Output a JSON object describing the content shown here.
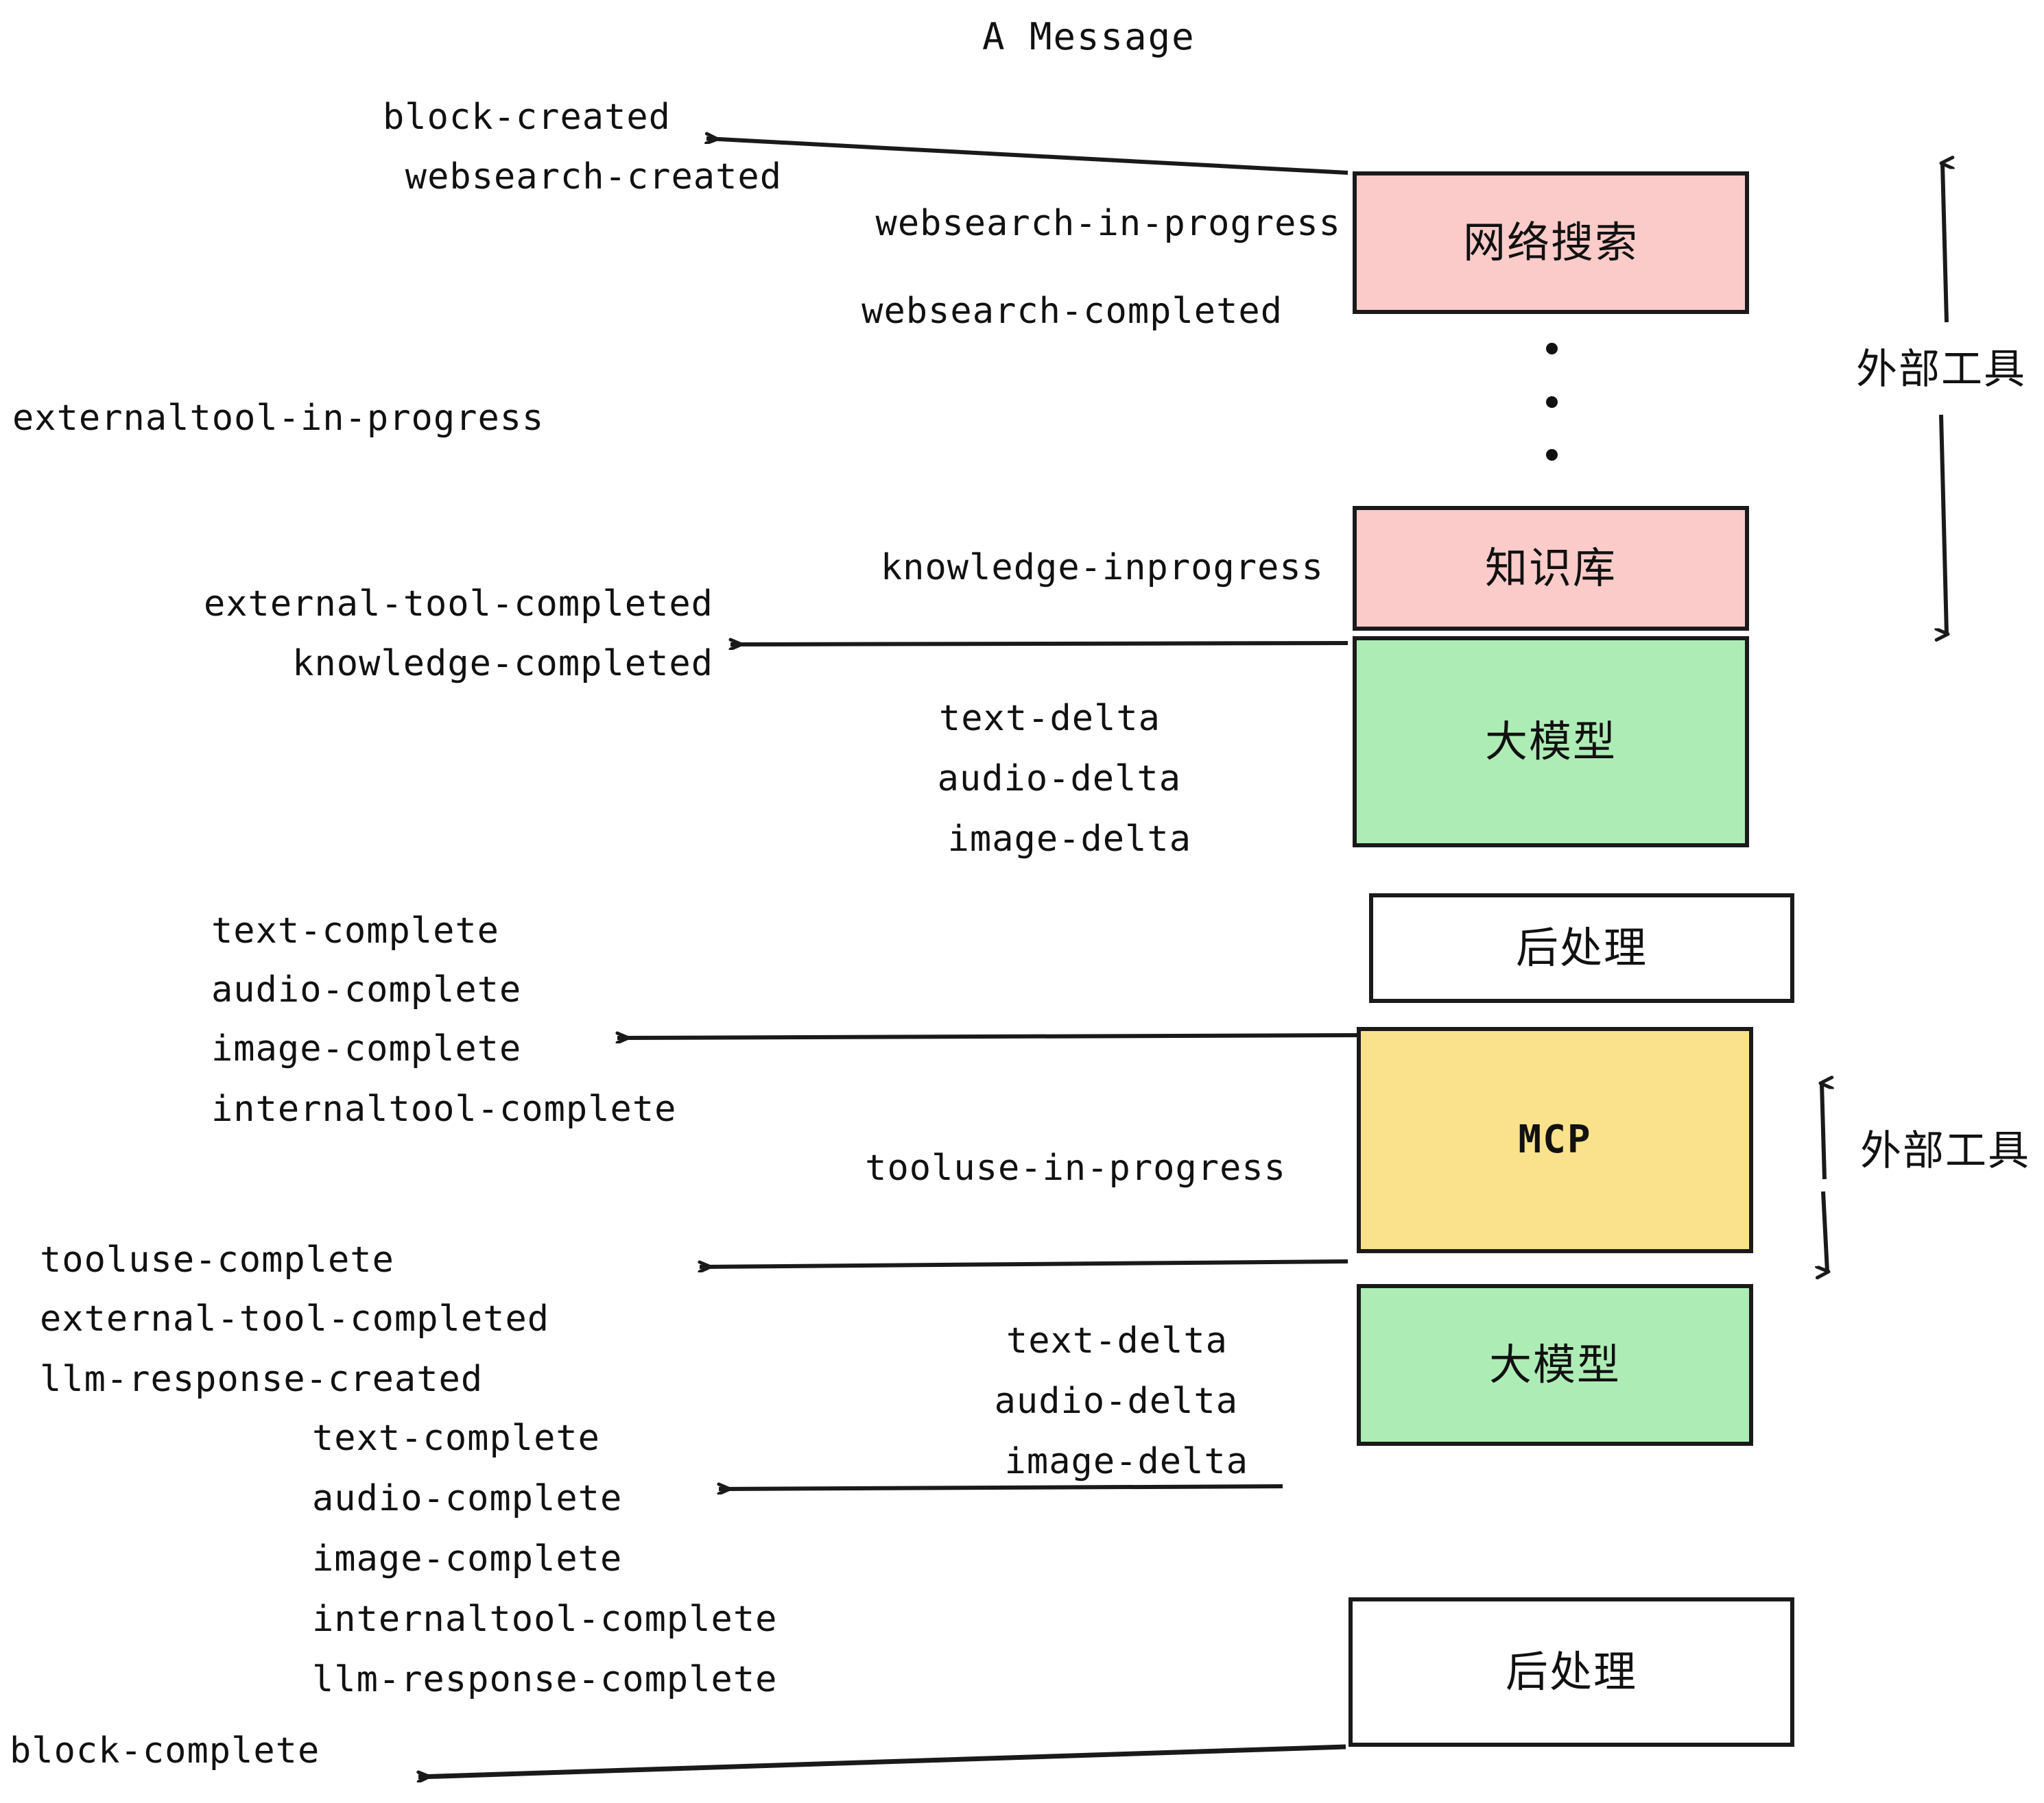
{
  "title": "A Message",
  "boxes": [
    {
      "label": "网络搜索",
      "color": "#fbcbc9",
      "kind": "pink"
    },
    {
      "label": "知识库",
      "color": "#fbcbc9",
      "kind": "pink"
    },
    {
      "label": "大模型",
      "color": "#aeecb6",
      "kind": "green"
    },
    {
      "label": "后处理",
      "color": "#ffffff",
      "kind": "white"
    },
    {
      "label": "MCP",
      "color": "#fae28d",
      "kind": "yellow"
    },
    {
      "label": "大模型",
      "color": "#aeecb6",
      "kind": "green"
    },
    {
      "label": "后处理",
      "color": "#ffffff",
      "kind": "white"
    }
  ],
  "side_labels": [
    {
      "label": "外部工具"
    },
    {
      "label": "外部工具"
    }
  ],
  "events": [
    {
      "text": "block-created"
    },
    {
      "text": "websearch-created"
    },
    {
      "text": "websearch-in-progress"
    },
    {
      "text": "websearch-completed"
    },
    {
      "text": "externaltool-in-progress"
    },
    {
      "text": "knowledge-inprogress"
    },
    {
      "text": "external-tool-completed"
    },
    {
      "text": "knowledge-completed"
    },
    {
      "text": "text-delta"
    },
    {
      "text": "audio-delta"
    },
    {
      "text": "image-delta"
    },
    {
      "text": "text-complete"
    },
    {
      "text": "audio-complete"
    },
    {
      "text": "image-complete"
    },
    {
      "text": "internaltool-complete"
    },
    {
      "text": "tooluse-in-progress"
    },
    {
      "text": "tooluse-complete"
    },
    {
      "text": "external-tool-completed"
    },
    {
      "text": "llm-response-created"
    },
    {
      "text": "text-delta"
    },
    {
      "text": "audio-delta"
    },
    {
      "text": "image-delta"
    },
    {
      "text": "text-complete"
    },
    {
      "text": "audio-complete"
    },
    {
      "text": "image-complete"
    },
    {
      "text": "internaltool-complete"
    },
    {
      "text": "llm-response-complete"
    },
    {
      "text": "block-complete"
    }
  ],
  "colors": {
    "stroke": "#1a1a1a",
    "pink": "#fbcbc9",
    "green": "#aeecb6",
    "yellow": "#fae28d",
    "white": "#ffffff",
    "text": "#111111"
  }
}
